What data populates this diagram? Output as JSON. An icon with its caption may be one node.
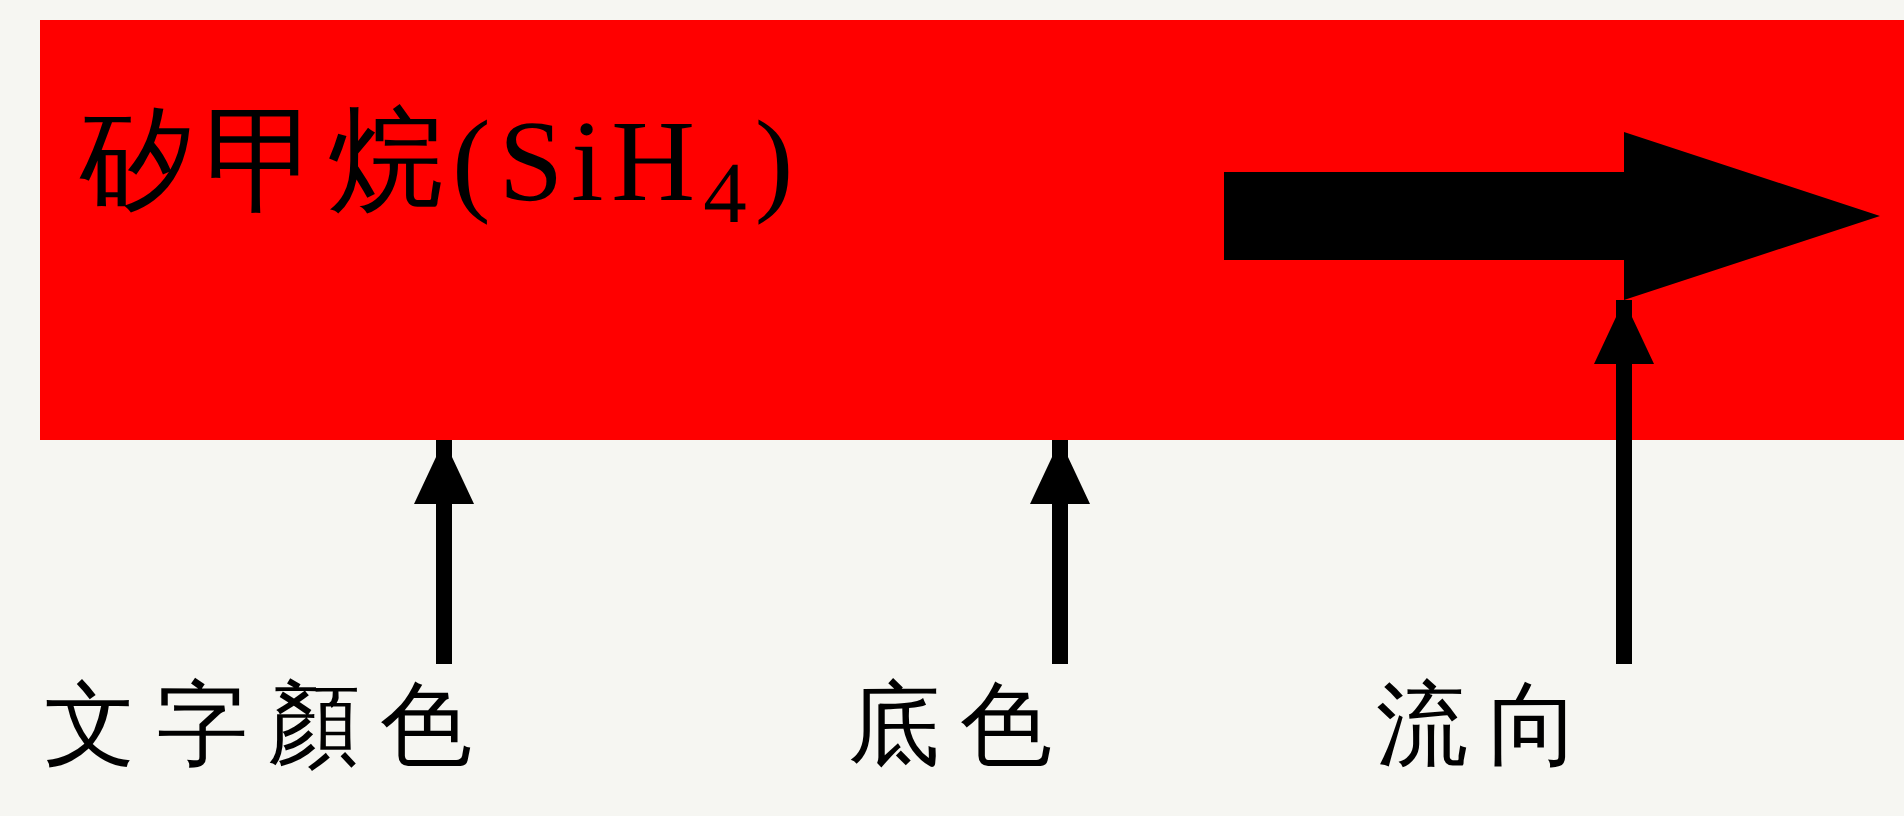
{
  "diagram": {
    "nodes": [
      {
        "text": [
          "矽甲烷(SiH$_{4}$)"
        ]
      },
      {
        "text": [],
        "shape": "arrow",
        "in": 0
      },
      {
        "text": [
          "文字顏色"
        ]
      },
      {
        "text": [
          "底色"
        ]
      },
      {
        "text": [
          "流向"
        ]
      }
    ],
    "edges": [
      {
        "from": 2,
        "to": 0,
        "arrow": "to"
      },
      {
        "from": 3,
        "to": 0,
        "arrow": "to"
      },
      {
        "from": 4,
        "to": 1,
        "arrow": "to"
      }
    ]
  }
}
